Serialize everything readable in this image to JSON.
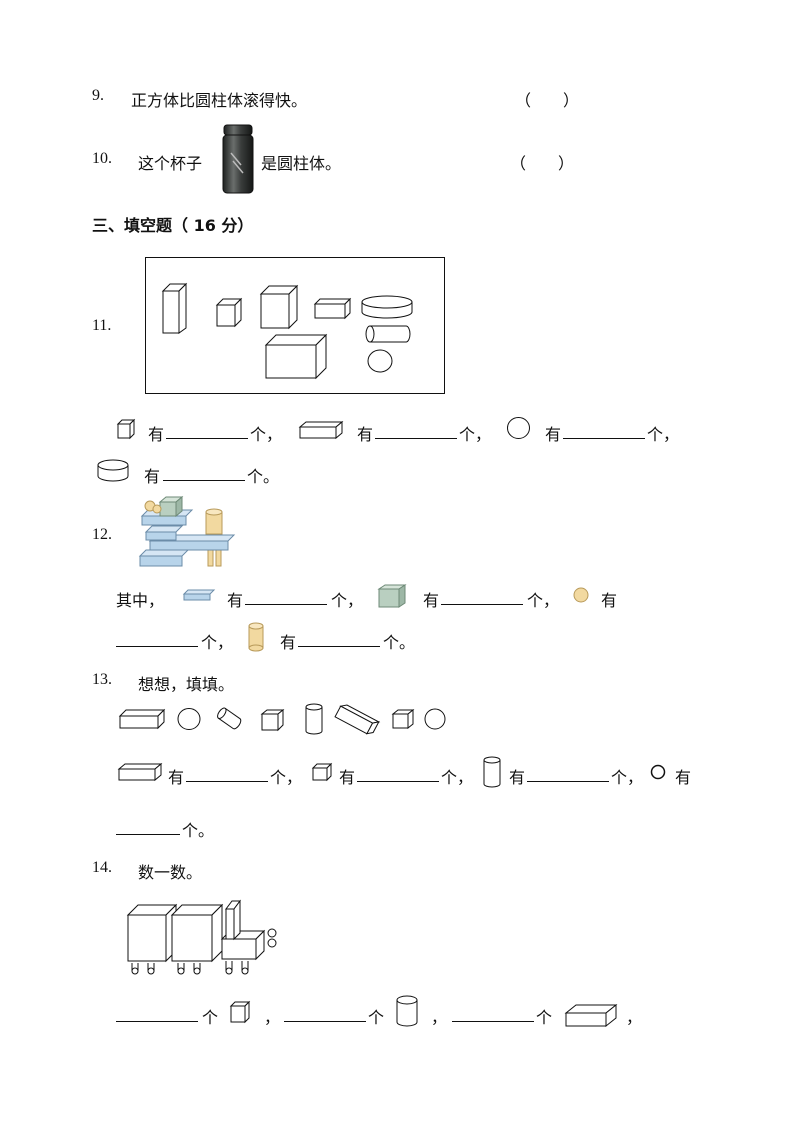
{
  "q9": {
    "number": "9.",
    "text": "正方体比圆柱体滚得快。",
    "answer": "（　　）"
  },
  "q10": {
    "number": "10.",
    "text_before": "这个杯子",
    "text_after": "是圆柱体。",
    "answer": "（　　）"
  },
  "section3": {
    "title": "三、填空题（ 16 分）"
  },
  "q11": {
    "number": "11.",
    "you": "有",
    "unit": "个，",
    "unit_end": "个。"
  },
  "q12": {
    "number": "12.",
    "lead": "其中，",
    "you": "有",
    "unit": "个，",
    "unit_end": "个。"
  },
  "q13": {
    "number": "13.",
    "text": "想想，填填。",
    "you": "有",
    "unit": "个，",
    "unit_end": "个。"
  },
  "q14": {
    "number": "14.",
    "text": "数一数。",
    "unit": "个",
    "comma": "，"
  },
  "colors": {
    "block_blue": "#b8d4ea",
    "block_green": "#b9cfc0",
    "block_yellow": "#f2d9a0",
    "cup_dark": "#3a3d3c"
  }
}
